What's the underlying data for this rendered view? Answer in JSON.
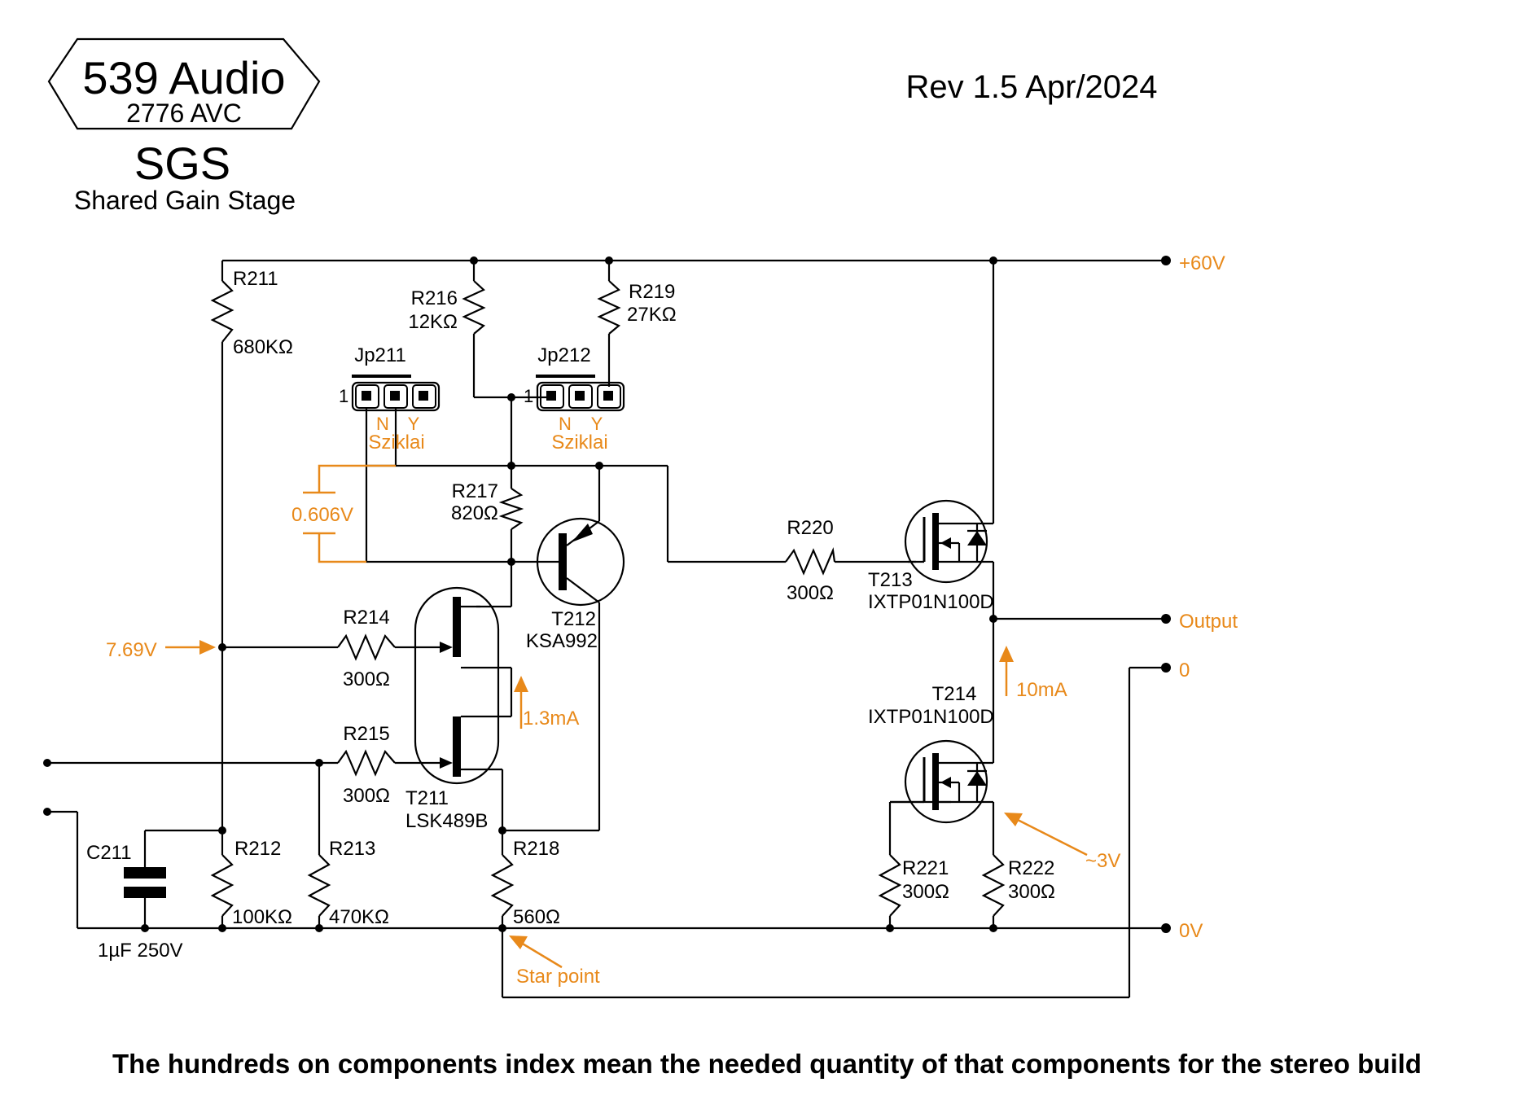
{
  "logo": {
    "brand": "539 Audio",
    "model": "2776 AVC"
  },
  "title": "SGS",
  "subtitle": "Shared Gain Stage",
  "revision": "Rev 1.5 Apr/2024",
  "footer": "The hundreds on components index mean the needed quantity of that components for the stereo build",
  "colors": {
    "annotation": "#e8891a",
    "wire": "#000000"
  },
  "rails": {
    "plus60": "+60V",
    "output": "Output",
    "zero": "0",
    "zero_v": "0V"
  },
  "components": {
    "R211": {
      "ref": "R211",
      "value": "680KΩ"
    },
    "R212": {
      "ref": "R212",
      "value": "100KΩ"
    },
    "R213": {
      "ref": "R213",
      "value": "470KΩ"
    },
    "R214": {
      "ref": "R214",
      "value": "300Ω"
    },
    "R215": {
      "ref": "R215",
      "value": "300Ω"
    },
    "R216": {
      "ref": "R216",
      "value": "12KΩ"
    },
    "R217": {
      "ref": "R217",
      "value": "820Ω"
    },
    "R218": {
      "ref": "R218",
      "value": "560Ω"
    },
    "R219": {
      "ref": "R219",
      "value": "27KΩ"
    },
    "R220": {
      "ref": "R220",
      "value": "300Ω"
    },
    "R221": {
      "ref": "R221",
      "value": "300Ω"
    },
    "R222": {
      "ref": "R222",
      "value": "300Ω"
    },
    "C211": {
      "ref": "C211",
      "value": "1µF 250V"
    },
    "T211": {
      "ref": "T211",
      "value": "LSK489B"
    },
    "T212": {
      "ref": "T212",
      "value": "KSA992"
    },
    "T213": {
      "ref": "T213",
      "value": "IXTP01N100D"
    },
    "T214": {
      "ref": "T214",
      "value": "IXTP01N100D"
    },
    "Jp211": {
      "ref": "Jp211",
      "pin1": "1",
      "n": "N",
      "y": "Y",
      "label": "Sziklai"
    },
    "Jp212": {
      "ref": "Jp212",
      "pin1": "1",
      "n": "N",
      "y": "Y",
      "label": "Sziklai"
    }
  },
  "annotations": {
    "v_bias": "7.69V",
    "v_be": "0.606V",
    "i_tail": "1.3mA",
    "i_out": "10mA",
    "v_gate": "~3V",
    "star_point": "Star point"
  }
}
